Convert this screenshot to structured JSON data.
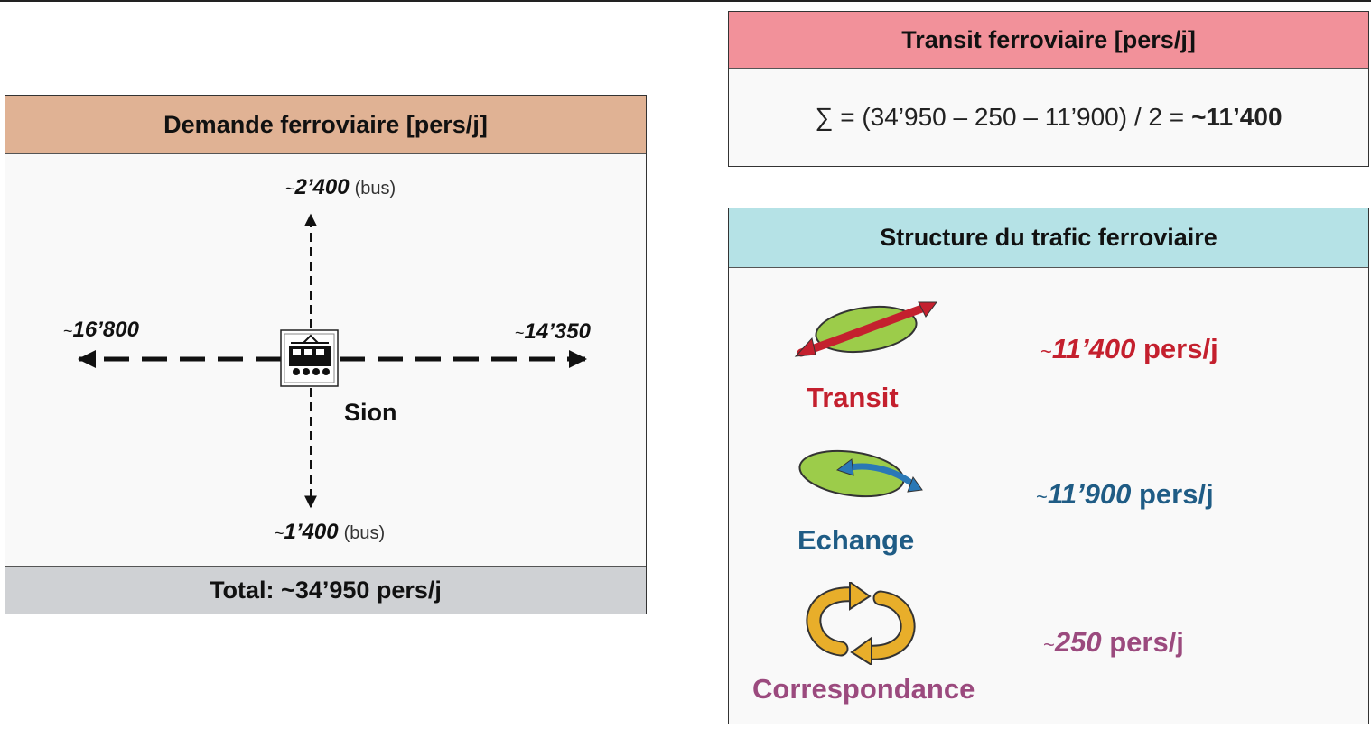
{
  "demand_panel": {
    "title": "Demande ferroviaire [pers/j]",
    "north": {
      "tilde": "~",
      "value": "2’400",
      "note": "(bus)"
    },
    "south": {
      "tilde": "~",
      "value": "1’400",
      "note": "(bus)"
    },
    "west": {
      "tilde": "~",
      "value": "16’800"
    },
    "east": {
      "tilde": "~",
      "value": "14’350"
    },
    "station": "Sion",
    "total": "Total: ~34’950 pers/j"
  },
  "transit_panel": {
    "title": "Transit ferroviaire [pers/j]",
    "formula": "∑ = (34’950 – 250 – 11’900) / 2 =",
    "result": "~11’400"
  },
  "structure_panel": {
    "title": "Structure du trafic ferroviaire",
    "categories": [
      {
        "label": "Transit",
        "tilde": "~",
        "value": "11’400",
        "unit": " pers/j",
        "color": "#c4202e"
      },
      {
        "label": "Echange",
        "tilde": "~",
        "value": "11’900",
        "unit": " pers/j",
        "color": "#1f5c85"
      },
      {
        "label": "Correspondance",
        "tilde": "~",
        "value": "250",
        "unit": " pers/j",
        "color": "#9b4a7e"
      }
    ]
  },
  "colors": {
    "demand_header": "#e0b294",
    "transit_header": "#f2919a",
    "structure_header": "#b5e2e6",
    "footer": "#cfd1d4",
    "ellipse_green": "#9ccc4a",
    "cycle_yellow": "#e8ae2a"
  },
  "icons": [
    "train-station-icon",
    "transit-arrow-icon",
    "exchange-arrow-icon",
    "correspondence-cycle-icon"
  ]
}
